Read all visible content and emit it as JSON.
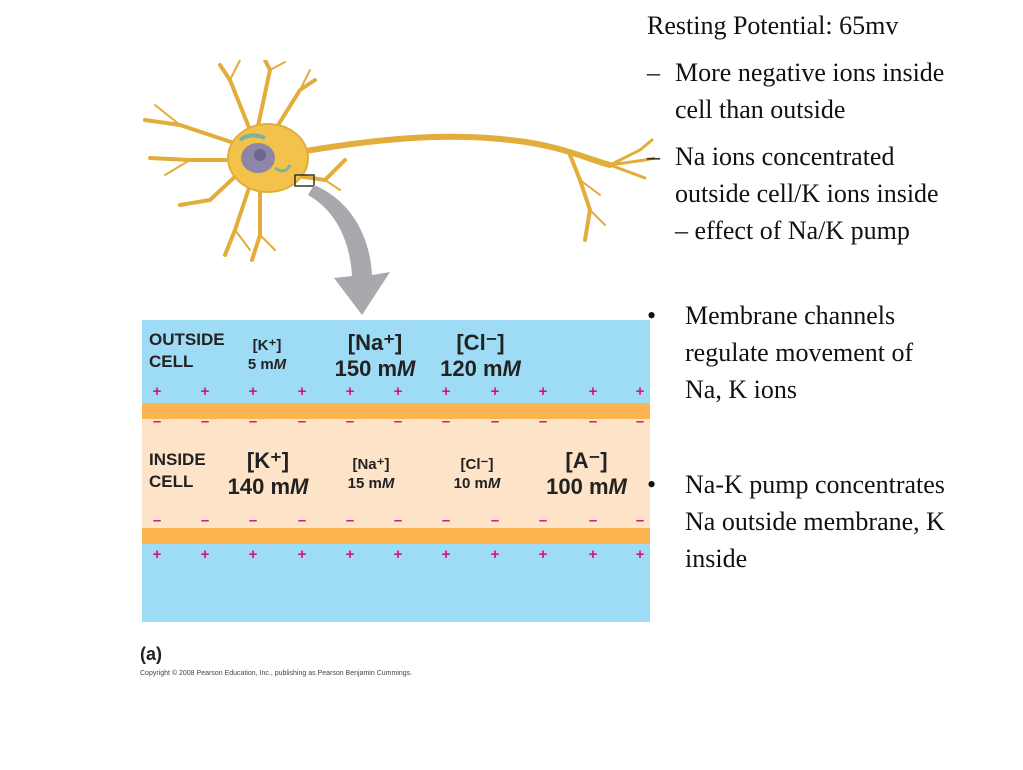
{
  "title": "Resting Potential: 65mv",
  "dash_points": [
    {
      "marker": "–",
      "lines": [
        "More negative ions inside",
        "cell than outside"
      ]
    },
    {
      "marker": "–",
      "lines": [
        "Na ions concentrated",
        "outside cell/K ions inside",
        "– effect of Na/K pump"
      ]
    }
  ],
  "bullets": [
    {
      "marker": "•",
      "lines": [
        "Membrane channels",
        "regulate movement of",
        "Na, K ions"
      ]
    },
    {
      "marker": "•",
      "lines": [
        "Na-K pump concentrates",
        "Na outside membrane, K",
        "inside"
      ]
    }
  ],
  "diagram": {
    "outside_label": [
      "OUTSIDE",
      "CELL"
    ],
    "inside_label": [
      "INSIDE",
      "CELL"
    ],
    "outside_ions": [
      {
        "ion": "[K⁺]",
        "conc": "5 m",
        "unit": "M"
      },
      {
        "ion": "[Na⁺]",
        "conc": "150 m",
        "unit": "M"
      },
      {
        "ion": "[Cl⁻]",
        "conc": "120 m",
        "unit": "M"
      }
    ],
    "inside_ions": [
      {
        "ion": "[K⁺]",
        "conc": "140 m",
        "unit": "M"
      },
      {
        "ion": "[Na⁺]",
        "conc": "15 m",
        "unit": "M"
      },
      {
        "ion": "[Cl⁻]",
        "conc": "10 m",
        "unit": "M"
      },
      {
        "ion": "[A⁻]",
        "conc": "100 m",
        "unit": "M"
      }
    ],
    "plus_sign": "+",
    "minus_sign": "–",
    "panel_label": "(a)",
    "copyright": "Copyright © 2008 Pearson Education, Inc., publishing as Pearson Benjamin Cummings."
  },
  "colors": {
    "extracellular": "#9edcf5",
    "membrane": "#fbb450",
    "intracellular": "#fde3c8",
    "charge_sign": "#d4147e",
    "neuron": "#f2c24a",
    "arrow": "#a7a9ac"
  }
}
